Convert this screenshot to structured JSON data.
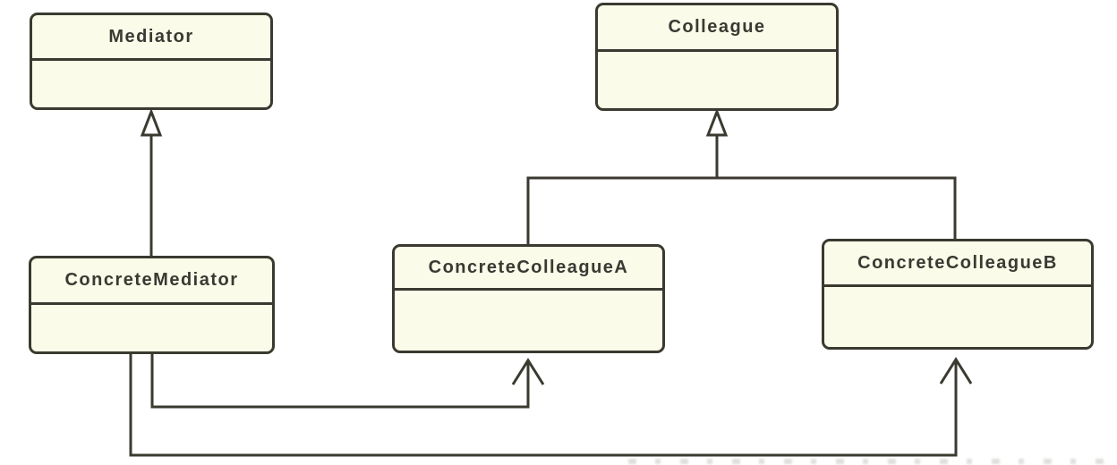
{
  "diagram": {
    "kind": "uml-class-diagram",
    "pattern": "Mediator",
    "classes": [
      {
        "id": "mediator",
        "name": "Mediator",
        "members": []
      },
      {
        "id": "colleague",
        "name": "Colleague",
        "members": []
      },
      {
        "id": "concrete-mediator",
        "name": "ConcreteMediator",
        "members": []
      },
      {
        "id": "concrete-colleague-a",
        "name": "ConcreteColleagueA",
        "members": []
      },
      {
        "id": "concrete-colleague-b",
        "name": "ConcreteColleagueB",
        "members": []
      }
    ],
    "relationships": [
      {
        "from": "ConcreteMediator",
        "to": "Mediator",
        "type": "generalization",
        "arrowhead": "hollow-triangle"
      },
      {
        "from": "ConcreteColleagueA",
        "to": "Colleague",
        "type": "generalization",
        "arrowhead": "hollow-triangle"
      },
      {
        "from": "ConcreteColleagueB",
        "to": "Colleague",
        "type": "generalization",
        "arrowhead": "hollow-triangle"
      },
      {
        "from": "ConcreteMediator",
        "to": "ConcreteColleagueA",
        "type": "directed-association",
        "arrowhead": "open"
      },
      {
        "from": "ConcreteMediator",
        "to": "ConcreteColleagueB",
        "type": "directed-association",
        "arrowhead": "open"
      }
    ],
    "colors": {
      "background": "#ffffff",
      "box_fill": "#fbfbe9",
      "stroke": "#3b3a30",
      "text": "#3a3932"
    }
  }
}
